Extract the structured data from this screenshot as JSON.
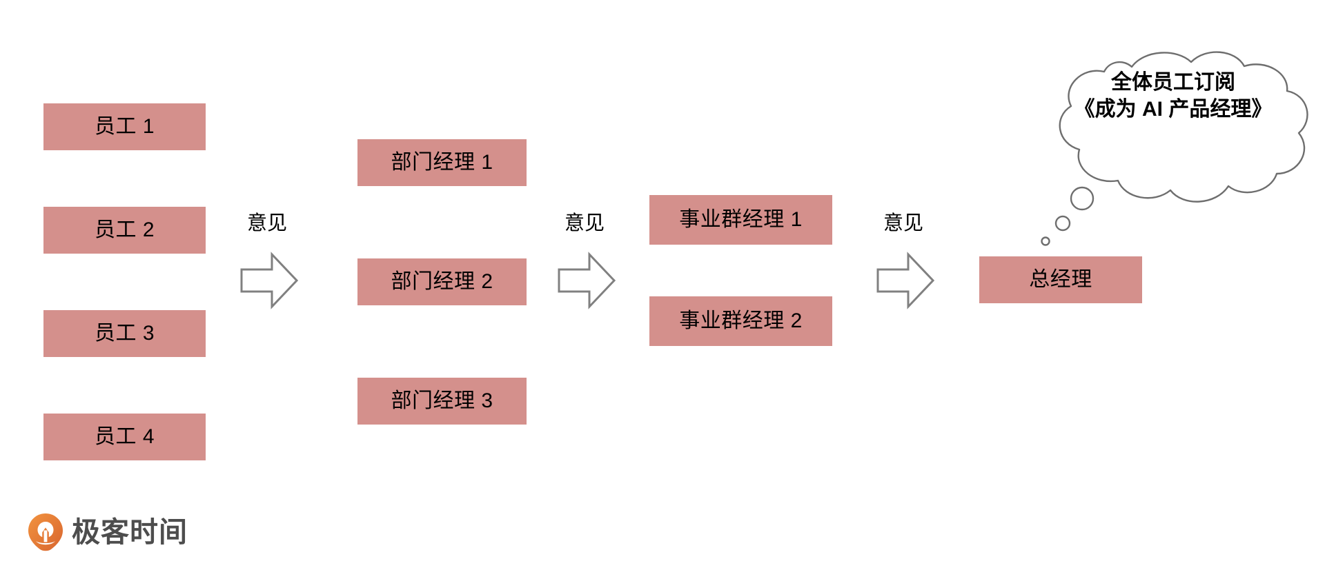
{
  "diagram": {
    "type": "flow-escalation",
    "background_color": "#FFFFFF",
    "box_fill_color": "#D4908C",
    "box_text_color": "#000000",
    "arrow_stroke_color": "#808080",
    "bubble_stroke_color": "#6E6E6E",
    "columns": [
      {
        "id": "employees",
        "boxes": [
          {
            "label": "员工 1"
          },
          {
            "label": "员工 2"
          },
          {
            "label": "员工 3"
          },
          {
            "label": "员工 4"
          }
        ]
      },
      {
        "id": "department-managers",
        "boxes": [
          {
            "label": "部门经理 1"
          },
          {
            "label": "部门经理 2"
          },
          {
            "label": "部门经理 3"
          }
        ]
      },
      {
        "id": "business-group-managers",
        "boxes": [
          {
            "label": "事业群经理 1"
          },
          {
            "label": "事业群经理 2"
          }
        ]
      },
      {
        "id": "general-manager",
        "boxes": [
          {
            "label": "总经理"
          }
        ]
      }
    ],
    "connectors": [
      {
        "id": "connector-1",
        "label": "意见",
        "icon": "right-block-arrow-icon"
      },
      {
        "id": "connector-2",
        "label": "意见",
        "icon": "right-block-arrow-icon"
      },
      {
        "id": "connector-3",
        "label": "意见",
        "icon": "right-block-arrow-icon"
      }
    ],
    "thought_bubble": {
      "line1": "全体员工订阅",
      "line2": "《成为 AI 产品经理》"
    }
  },
  "branding": {
    "wordmark": "极客时间",
    "mark_icon": "geektime-pin-icon",
    "mark_color_start": "#F08A3C",
    "mark_color_end": "#D96A33"
  }
}
